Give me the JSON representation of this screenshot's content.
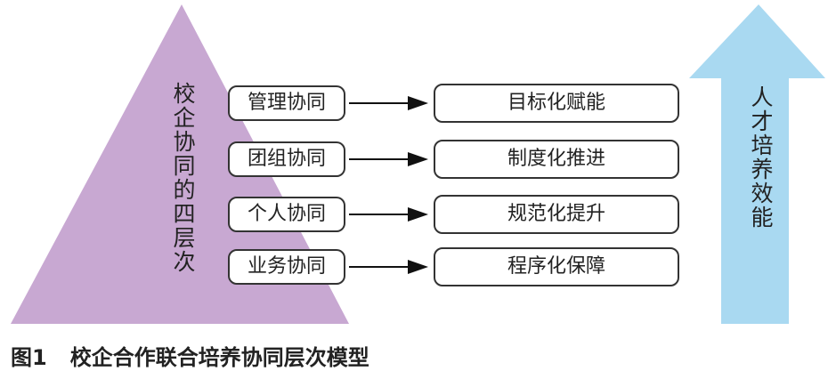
{
  "pyramid": {
    "label": "校企协同的四层次",
    "color": "#c8a8d2"
  },
  "layers": [
    {
      "source": "管理协同",
      "result": "目标化赋能"
    },
    {
      "source": "团组协同",
      "result": "制度化推进"
    },
    {
      "source": "个人协同",
      "result": "规范化提升"
    },
    {
      "source": "业务协同",
      "result": "程序化保障"
    }
  ],
  "outcome_arrow": {
    "label": "人才培养效能",
    "color": "#a9d9f1"
  },
  "caption": {
    "figure_number": "图1",
    "title": "校企合作联合培养协同层次模型"
  }
}
